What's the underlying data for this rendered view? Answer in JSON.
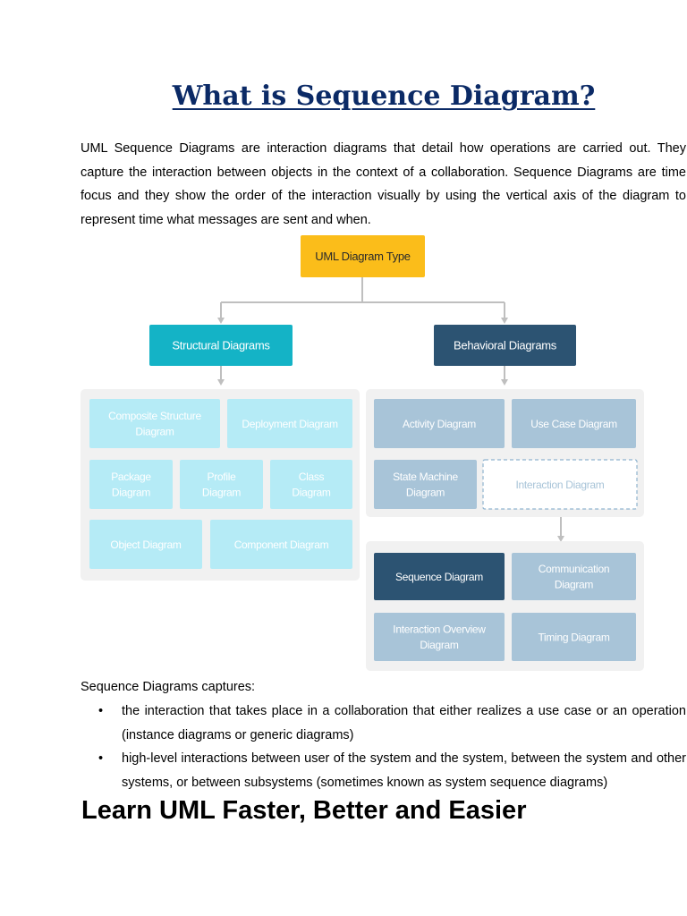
{
  "title": "What is Sequence Diagram?",
  "intro": "UML Sequence Diagrams are interaction diagrams that detail how operations are carried out. They capture the interaction between objects in the context of a collaboration. Sequence Diagrams are time focus and they show the order of the interaction visually by using the vertical axis of the diagram to represent time what messages are sent and when.",
  "diagram": {
    "root": "UML Diagram Type",
    "structural": {
      "label": "Structural Diagrams",
      "items": [
        "Composite Structure\nDiagram",
        "Deployment Diagram",
        "Package\nDiagram",
        "Profile\nDiagram",
        "Class\nDiagram",
        "Object Diagram",
        "Component Diagram"
      ]
    },
    "behavioral": {
      "label": "Behavioral Diagrams",
      "items": [
        "Activity Diagram",
        "Use Case Diagram",
        "State Machine\nDiagram",
        "Interaction Diagram"
      ]
    },
    "interaction": {
      "items": [
        "Sequence Diagram",
        "Communication\nDiagram",
        "Interaction Overview\nDiagram",
        "Timing Diagram"
      ]
    },
    "colors": {
      "root": "#fbbd1a",
      "structural_header": "#14b3c6",
      "behavioral_header": "#2c5372",
      "structural_item": "#b5ebf6",
      "behavioral_item": "#a8c4d8",
      "highlight": "#2c5372",
      "group_bg": "#f1f1f1",
      "connector": "#bfbfbf"
    }
  },
  "captures_label": "Sequence Diagrams captures:",
  "bullets": [
    "the interaction that takes place in a collaboration that either realizes a use case or an operation (instance diagrams or generic diagrams)",
    "high-level interactions between user of the system and the system, between the system and other systems, or between subsystems (sometimes known as system sequence diagrams)"
  ],
  "heading2": "Learn UML Faster, Better and Easier"
}
